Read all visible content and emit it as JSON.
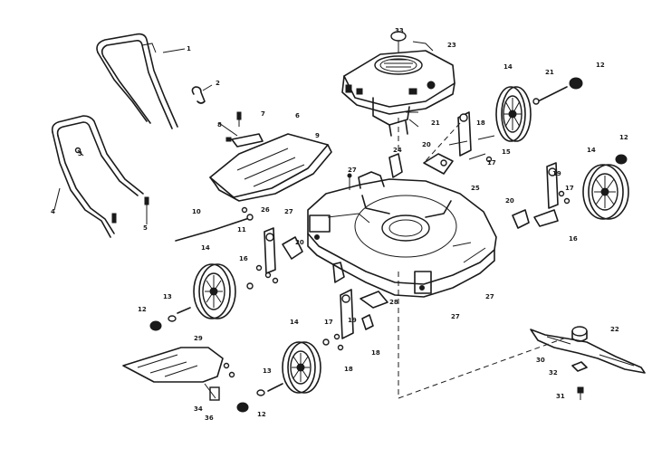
{
  "labels": {
    "upper_handle": "1",
    "handle_clip": "2",
    "lower_handle_bolt": "3",
    "lower_handle": "4",
    "handle_knob": "5",
    "grass_bag_frame": "6",
    "bag_bracket_screw": "7",
    "bag_bracket_nut": "8",
    "bag_hook": "9",
    "throttle_cable": "10",
    "adjuster_bracket_l": "11",
    "hubcap_left": "12",
    "hubcap_right_top": "12",
    "hubcap_right_mid": "12",
    "hubcap_bottom": "12",
    "axle_bolt_left": "13",
    "axle_bolt_bottom": "13",
    "wheel_left": "14",
    "wheel_front": "14",
    "wheel_rear_top": "14",
    "wheel_rear_mid": "14",
    "adjuster_right_top": "15",
    "adjuster_right_mid": "16",
    "adjuster_left": "16",
    "spring_rt": "17",
    "spring_mid": "17",
    "spring_front": "17",
    "washer_right": "18",
    "washer_front": "18",
    "washer_lower": "18",
    "lever_right": "19",
    "lever_lower": "19",
    "bracket_right": "20",
    "bracket_left": "20",
    "bracket_front": "20",
    "screw_engine": "21",
    "screw_top_right": "21",
    "adapter_blade": "22",
    "engine": "23",
    "mount_bolt": "24",
    "mower_deck": "25",
    "bag_screw": "26",
    "deck_screw_a": "27",
    "deck_screw_b": "27",
    "deck_screw_c": "27",
    "deck_screw_d": "27",
    "deflector": "28",
    "rear_plate": "29",
    "blade": "30",
    "blade_bolt": "31",
    "blade_washer": "32",
    "engine_top": "33",
    "part_34": "34",
    "part_36": "36"
  }
}
